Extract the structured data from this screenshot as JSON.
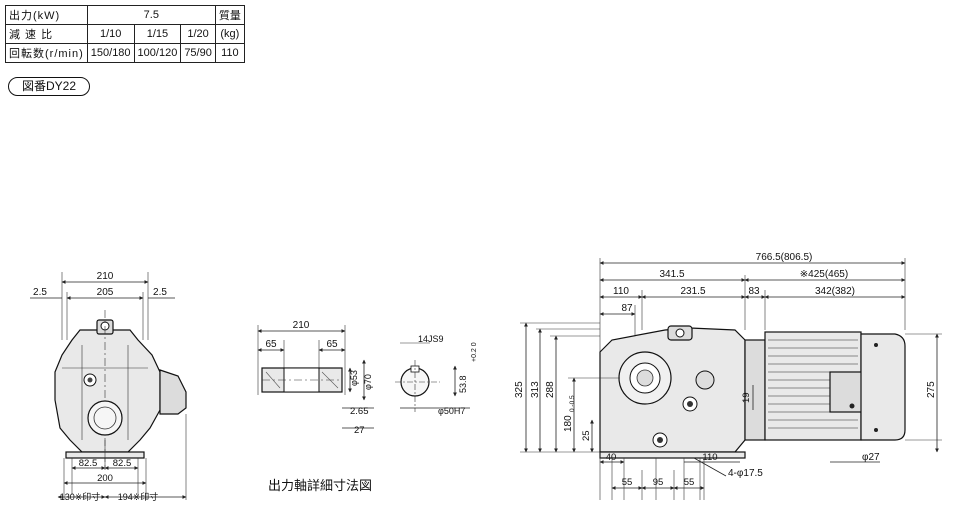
{
  "spec_table": {
    "row1": {
      "label": "出力(kW)",
      "value": "7.5",
      "mass_label": "質量"
    },
    "row2": {
      "label": "減 速 比",
      "r1": "1/10",
      "r2": "1/15",
      "r3": "1/20",
      "mass_unit": "(kg)"
    },
    "row3": {
      "label": "回転数(r/min)",
      "s1": "150/180",
      "s2": "100/120",
      "s3": "75/90",
      "mass": "110"
    }
  },
  "figure_badge": "図番DY22",
  "front_view": {
    "d_210": "210",
    "d_205": "205",
    "d_25_left": "2.5",
    "d_25_right": "2.5",
    "d_825_left": "82.5",
    "d_825_right": "82.5",
    "d_200": "200",
    "d_130": "130※印寸",
    "d_194": "194※印寸"
  },
  "shaft_detail": {
    "d_210": "210",
    "d_65_left": "65",
    "d_65_right": "65",
    "d_phi53": "φ53",
    "d_phi70": "φ70",
    "d_265": "2.65",
    "d_27": "27",
    "d_keyway": "14JS9",
    "d_538": "53.8",
    "d_538_tol": "+0.2 0",
    "d_bore": "φ50H7",
    "caption": "出力軸詳細寸法図"
  },
  "side_view": {
    "d_total": "766.5(806.5)",
    "d_3415": "341.5",
    "d_425": "※425(465)",
    "d_110_top": "110",
    "d_2315": "231.5",
    "d_83": "83",
    "d_342": "342(382)",
    "d_87": "87",
    "d_325": "325",
    "d_313": "313",
    "d_288": "288",
    "d_180": "180",
    "d_180_tol": "0 -0.5",
    "d_25": "25",
    "d_19": "19",
    "d_275": "275",
    "d_40": "40",
    "d_110_bottom": "110",
    "d_holes": "4-φ17.5",
    "d_55_left": "55",
    "d_95": "95",
    "d_55_right": "55",
    "d_phi27": "φ27"
  }
}
